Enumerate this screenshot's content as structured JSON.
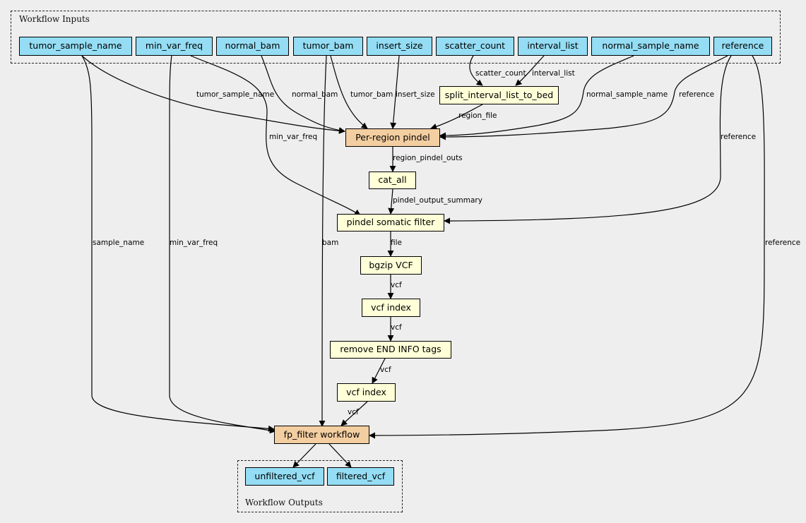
{
  "clusters": {
    "inputs_label": "Workflow Inputs",
    "outputs_label": "Workflow Outputs"
  },
  "inputs": {
    "tumor_sample_name": "tumor_sample_name",
    "min_var_freq": "min_var_freq",
    "normal_bam": "normal_bam",
    "tumor_bam": "tumor_bam",
    "insert_size": "insert_size",
    "scatter_count": "scatter_count",
    "interval_list": "interval_list",
    "normal_sample_name": "normal_sample_name",
    "reference": "reference"
  },
  "steps": {
    "split_interval_list_to_bed": "split_interval_list_to_bed",
    "per_region_pindel": "Per-region pindel",
    "cat_all": "cat_all",
    "pindel_somatic_filter": "pindel somatic filter",
    "bgzip_vcf": "bgzip VCF",
    "vcf_index_1": "vcf index",
    "remove_end_info_tags": "remove END INFO tags",
    "vcf_index_2": "vcf index",
    "fp_filter_workflow": "fp_filter workflow"
  },
  "outputs": {
    "unfiltered_vcf": "unfiltered_vcf",
    "filtered_vcf": "filtered_vcf"
  },
  "edge_labels": {
    "tumor_sample_name_to_pindel": "tumor_sample_name",
    "normal_bam_to_pindel": "normal_bam",
    "tumor_bam_to_pindel": "tumor_bam",
    "insert_size_to_pindel": "insert_size",
    "scatter_count_to_split": "scatter_count",
    "interval_list_to_split": "interval_list",
    "split_to_pindel": "region_file",
    "normal_sample_name_to_pindel": "normal_sample_name",
    "reference_to_pindel": "reference",
    "min_var_freq_to_filter": "min_var_freq",
    "reference_to_filter": "reference",
    "pindel_to_cat": "region_pindel_outs",
    "cat_to_filter": "pindel_output_summary",
    "filter_to_bgzip": "file",
    "bgzip_to_index1": "vcf",
    "index1_to_remove": "vcf",
    "remove_to_index2": "vcf",
    "index2_to_fp": "vcf",
    "sample_name_to_fp": "sample_name",
    "min_var_freq_to_fp": "min_var_freq",
    "bam_to_fp": "bam",
    "reference_to_fp": "reference"
  }
}
